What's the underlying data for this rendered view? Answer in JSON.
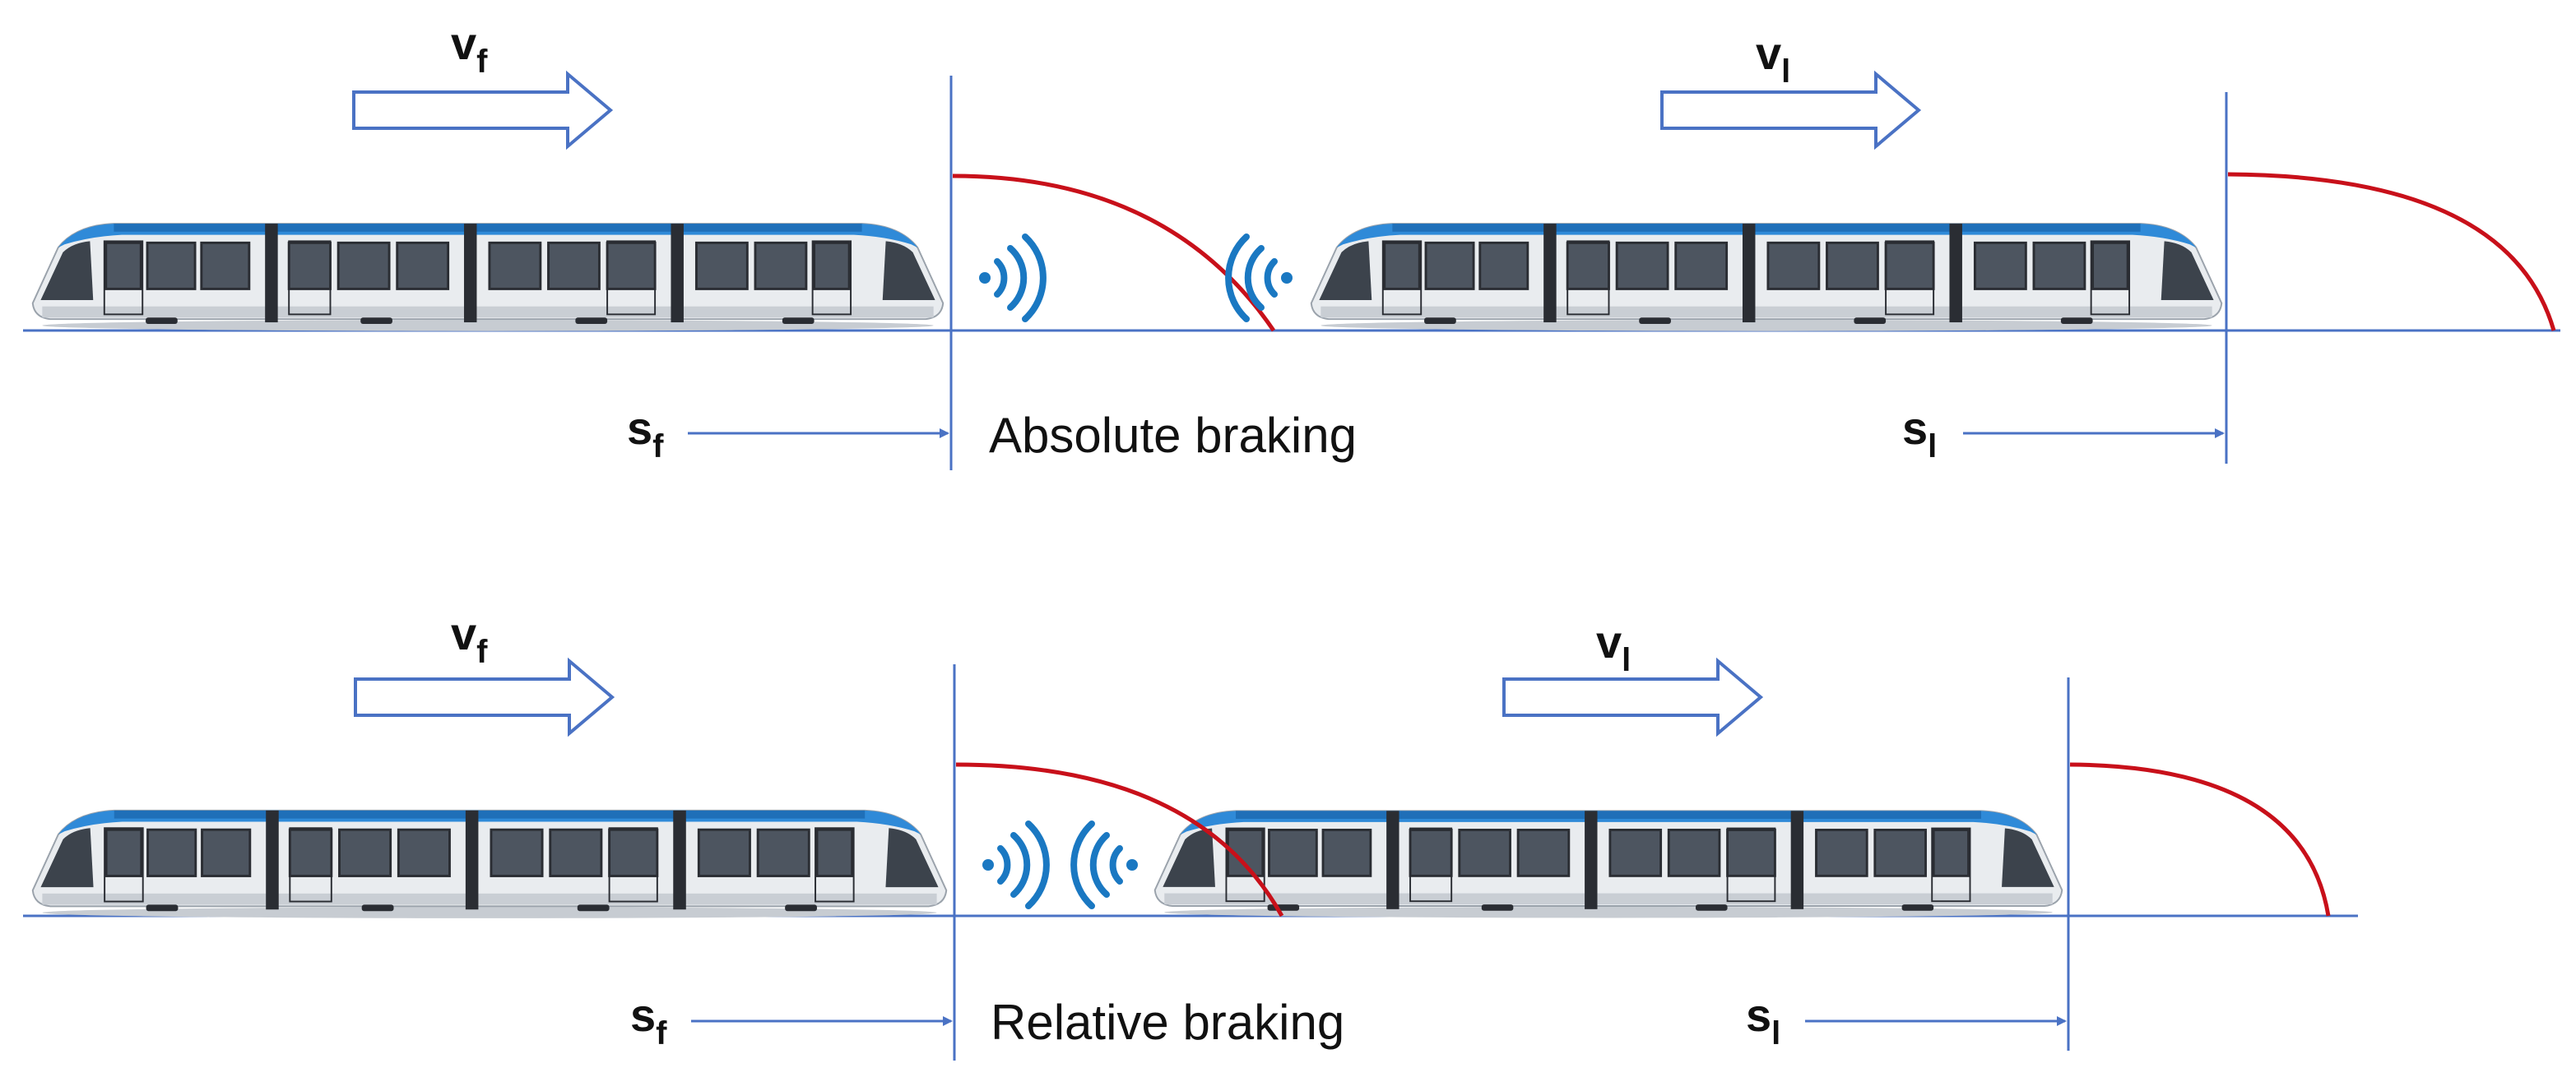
{
  "colors": {
    "axis": "#4a72c4",
    "brake_curve": "#c8101a",
    "signal": "#1a78c2",
    "tram_body": "#e9ecef",
    "tram_roof": "#2f8ad8",
    "tram_window": "#4d5560",
    "tram_frame": "#2a2d33"
  },
  "icons": {
    "velocity_arrow": "hollow-right-arrow-icon",
    "transmit": "wireless-signal-right-icon",
    "receive": "wireless-signal-left-icon",
    "vehicle": "tram-icon"
  },
  "scenarios": [
    {
      "caption": "Absolute braking",
      "follower": {
        "velocity_symbol": "v",
        "velocity_subscript": "f",
        "position_symbol": "s",
        "position_subscript": "f"
      },
      "leader": {
        "velocity_symbol": "v",
        "velocity_subscript": "l",
        "position_symbol": "s",
        "position_subscript": "l"
      }
    },
    {
      "caption": "Relative braking",
      "follower": {
        "velocity_symbol": "v",
        "velocity_subscript": "f",
        "position_symbol": "s",
        "position_subscript": "f"
      },
      "leader": {
        "velocity_symbol": "v",
        "velocity_subscript": "l",
        "position_symbol": "s",
        "position_subscript": "l"
      }
    }
  ]
}
